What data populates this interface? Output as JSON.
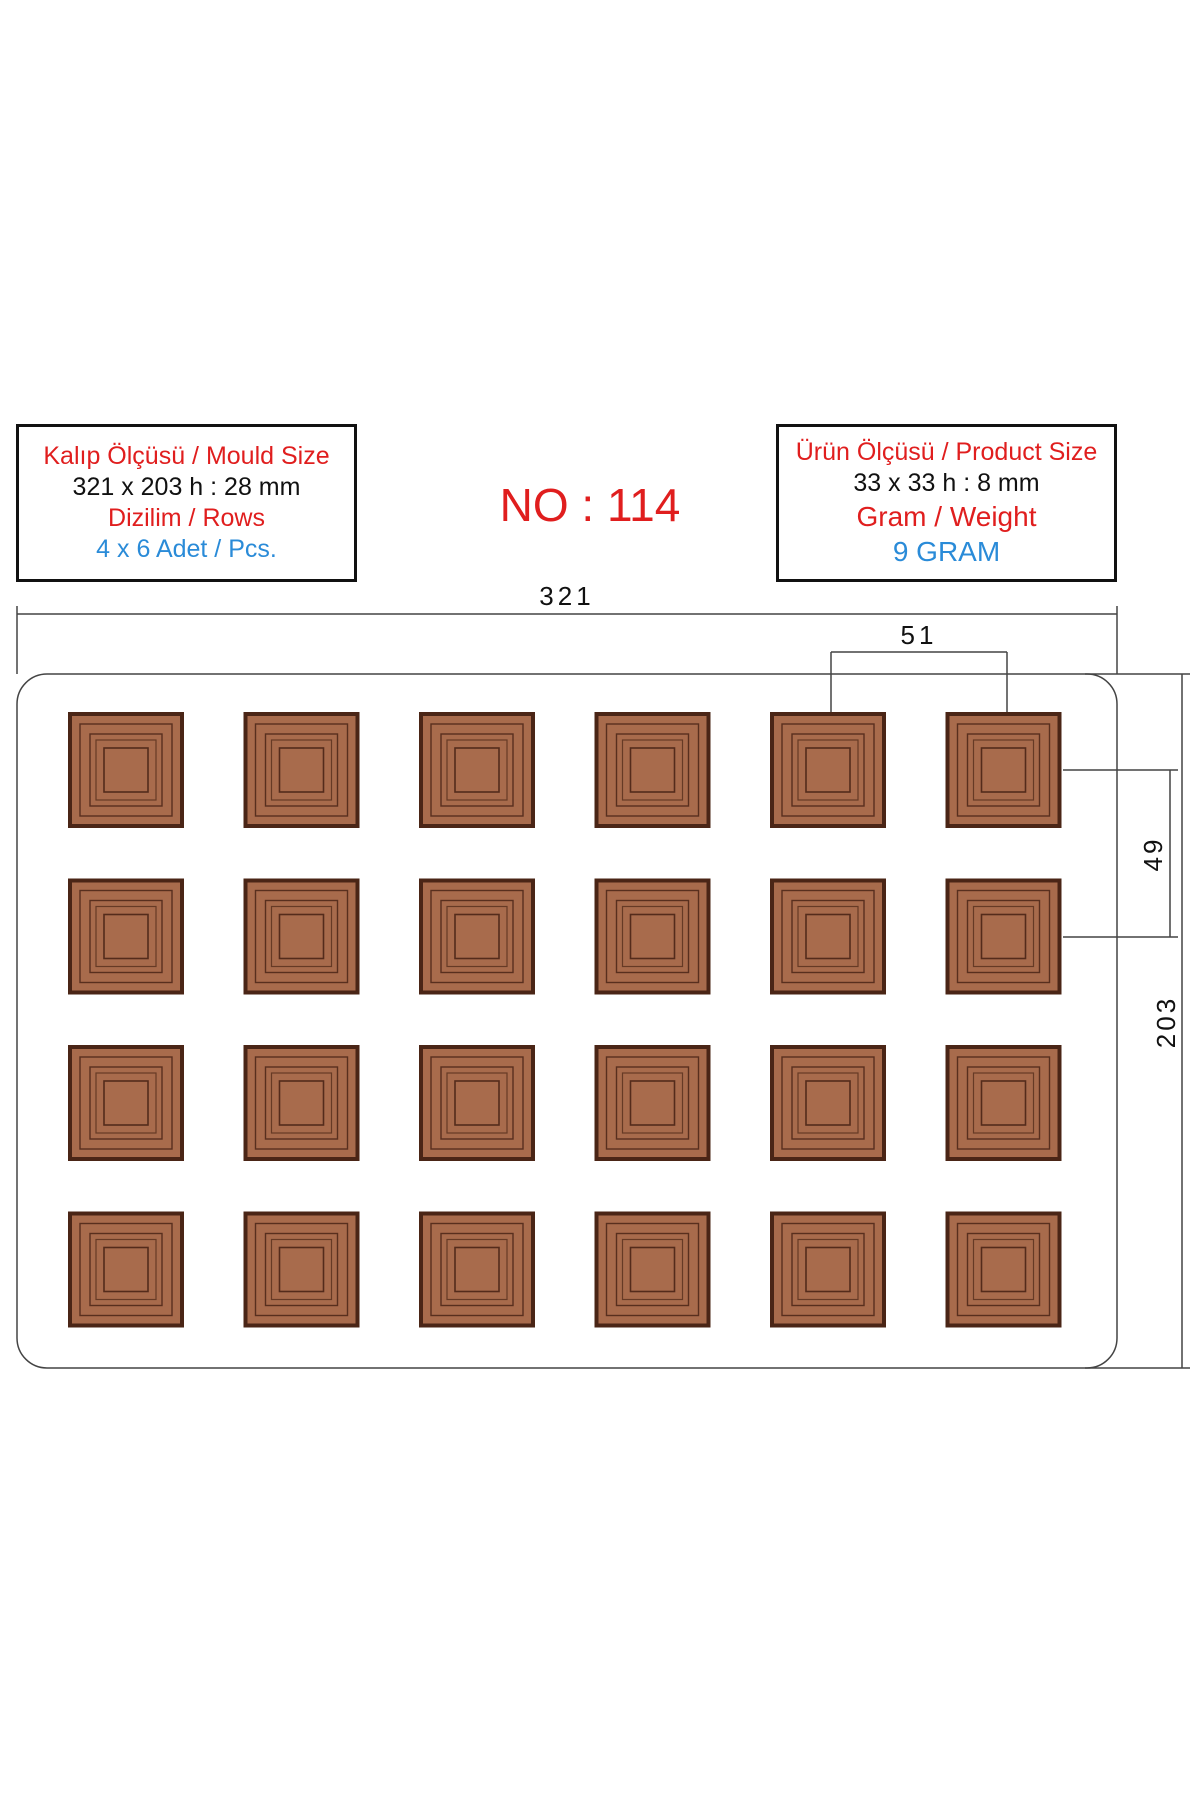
{
  "title": "NO : 114",
  "mould_box": {
    "heading": "Kalıp Ölçüsü / Mould Size",
    "size": "321 x 203 h : 28 mm",
    "rows_label": "Dizilim / Rows",
    "rows_value": "4 x 6 Adet / Pcs."
  },
  "product_box": {
    "heading": "Ürün Ölçüsü / Product Size",
    "size": "33 x 33 h : 8 mm",
    "weight_label": "Gram / Weight",
    "weight_value": "9 GRAM"
  },
  "dimensions": {
    "width": "321",
    "height": "203",
    "cavity_pitch_x": "51",
    "cavity_pitch_y": "49"
  },
  "grid": {
    "rows": 4,
    "cols": 6
  },
  "colors": {
    "red_text": "#e01e1e",
    "blue_text": "#2a8bd8",
    "cavity_fill": "#a86b4c",
    "cavity_dark": "#4a2516",
    "outline": "#444444"
  }
}
